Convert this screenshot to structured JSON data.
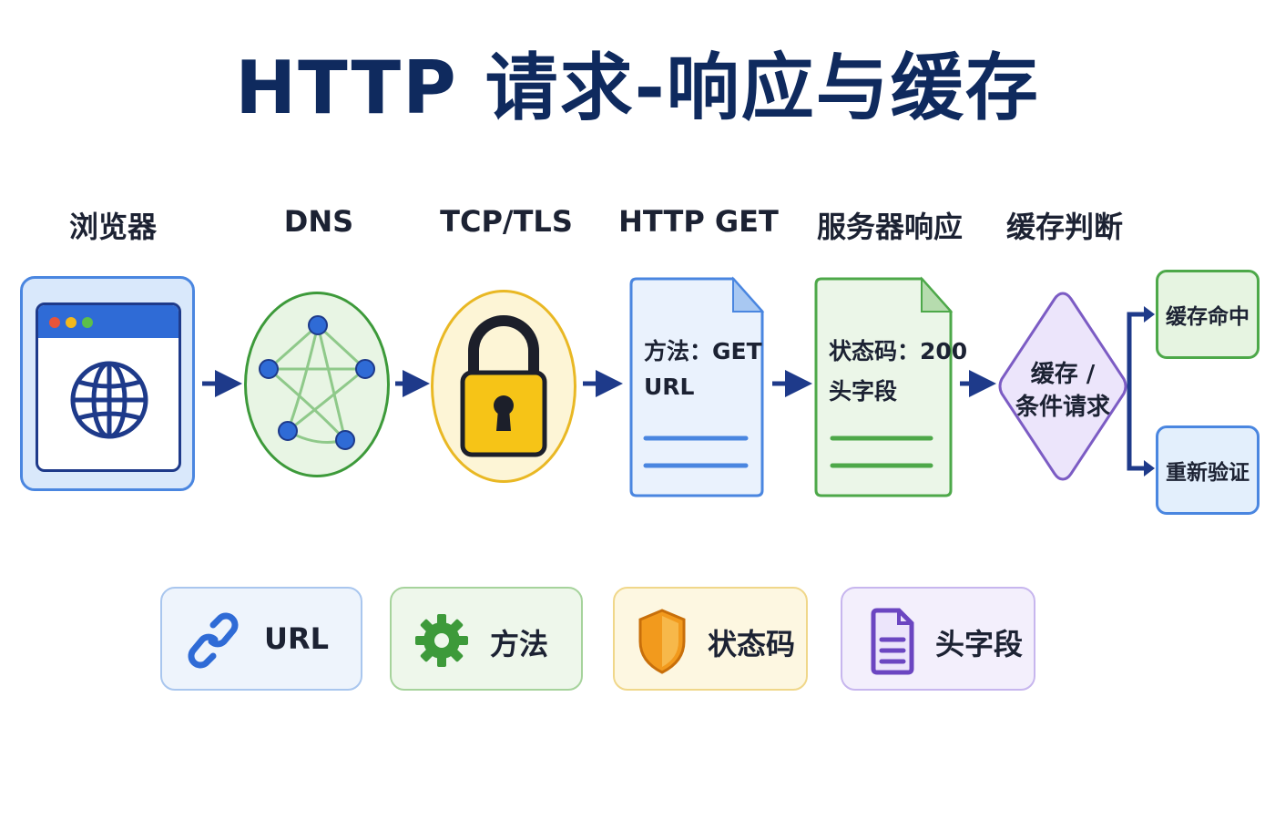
{
  "title": "HTTP 请求-响应与缓存",
  "steps": [
    {
      "label": "浏览器",
      "icon": "browser-globe-icon"
    },
    {
      "label": "DNS",
      "icon": "network-graph-icon"
    },
    {
      "label": "TCP/TLS",
      "icon": "padlock-icon"
    },
    {
      "label": "HTTP GET",
      "icon": "document-icon"
    },
    {
      "label": "服务器响应",
      "icon": "document-icon"
    },
    {
      "label": "缓存判断",
      "icon": "decision-diamond-icon"
    }
  ],
  "request_doc": {
    "line1": "方法：GET",
    "line2": "URL"
  },
  "response_doc": {
    "line1": "状态码：200",
    "line2": "头字段"
  },
  "decision": {
    "line1": "缓存 /",
    "line2": "条件请求"
  },
  "outcomes": {
    "hit": "缓存命中",
    "revalidate": "重新验证"
  },
  "legend": [
    {
      "label": "URL",
      "icon": "link-icon",
      "color": "#2f6bd6"
    },
    {
      "label": "方法",
      "icon": "gear-icon",
      "color": "#3d9a3a"
    },
    {
      "label": "状态码",
      "icon": "shield-icon",
      "color": "#f29a1d"
    },
    {
      "label": "头字段",
      "icon": "document-lines-icon",
      "color": "#6b46c1"
    }
  ],
  "colors": {
    "title": "#0f2a5e",
    "arrow": "#1e3a8a",
    "blue": "#4a86e0",
    "green": "#3d9a3a",
    "yellow": "#e9b824",
    "purple": "#7c5cc4"
  }
}
